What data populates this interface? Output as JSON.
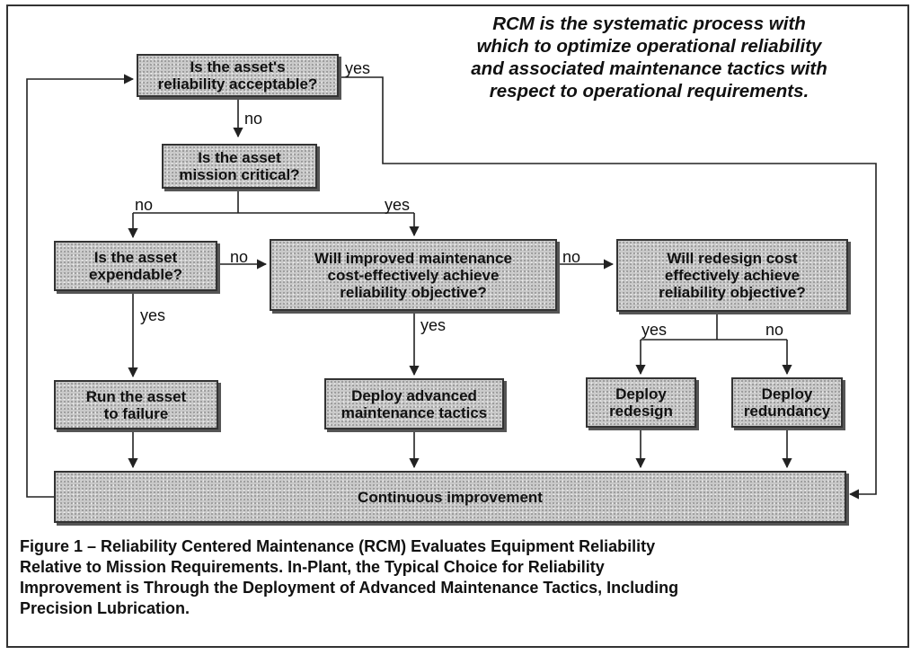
{
  "headline": "RCM is the systematic process with\nwhich to optimize operational reliability\nand associated maintenance tactics with\nrespect to operational requirements.",
  "nodes": {
    "reliability_acceptable": "Is the asset's\nreliability acceptable?",
    "mission_critical": "Is the asset\nmission critical?",
    "expendable": "Is the asset\nexpendable?",
    "improved_maintenance": "Will improved maintenance\ncost-effectively achieve\nreliability objective?",
    "redesign_cost": "Will redesign cost\neffectively achieve\nreliability objective?",
    "run_to_failure": "Run the asset\nto failure",
    "deploy_advanced": "Deploy advanced\nmaintenance tactics",
    "deploy_redesign": "Deploy\nredesign",
    "deploy_redundancy": "Deploy\nredundancy",
    "continuous_improvement": "Continuous improvement"
  },
  "labels": {
    "yes_top": "yes",
    "no_top": "no",
    "no_left": "no",
    "yes_mid": "yes",
    "no_expendable": "no",
    "yes_expendable": "yes",
    "no_maintenance": "no",
    "yes_maintenance": "yes",
    "yes_redesign": "yes",
    "no_redesign": "no"
  },
  "caption": "Figure 1 – Reliability Centered Maintenance (RCM) Evaluates Equipment Reliability\nRelative to Mission Requirements.  In-Plant, the Typical Choice for Reliability\nImprovement is Through the Deployment of Advanced Maintenance Tactics, Including\nPrecision Lubrication."
}
